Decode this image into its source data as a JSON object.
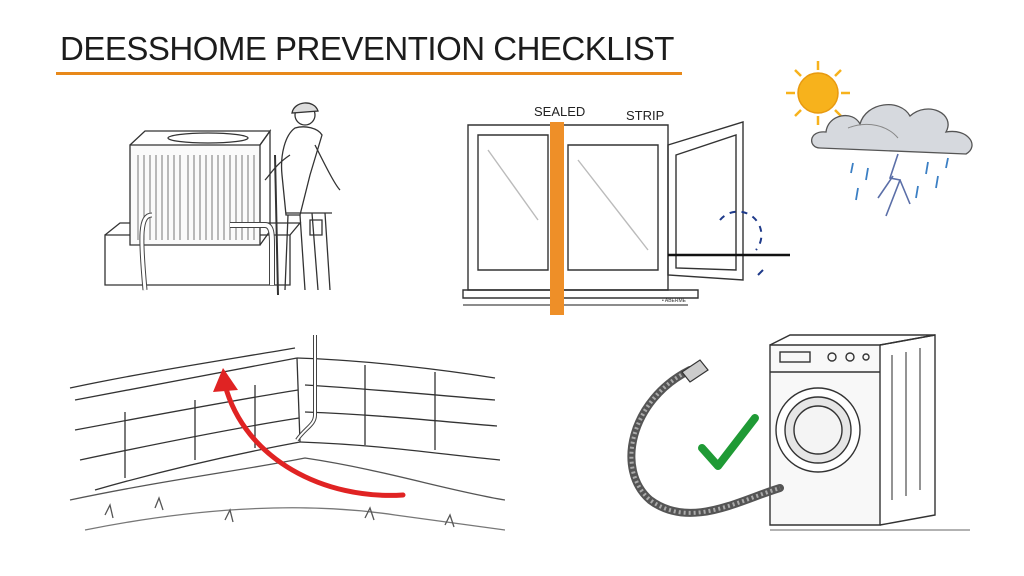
{
  "title": "DEESSHOME PREVENTION CHECKLIST",
  "colors": {
    "accent_rule": "#e8891a",
    "seal_strip": "#ee8f28",
    "arrow": "#e02323",
    "check": "#1f9a35",
    "sun": "#f7b21c"
  },
  "window_panel": {
    "label_left": "SEALED",
    "label_right": "STRIP",
    "caption": "• ABERME"
  },
  "icons": {
    "ac_panel": "hvac-technician-illustration",
    "window_panel": "sealed-window-illustration",
    "weather_panel": "sun-rain-cloud-icon",
    "foundation_panel": "foundation-crack-illustration",
    "washer_panel": "washing-machine-hose-illustration"
  }
}
